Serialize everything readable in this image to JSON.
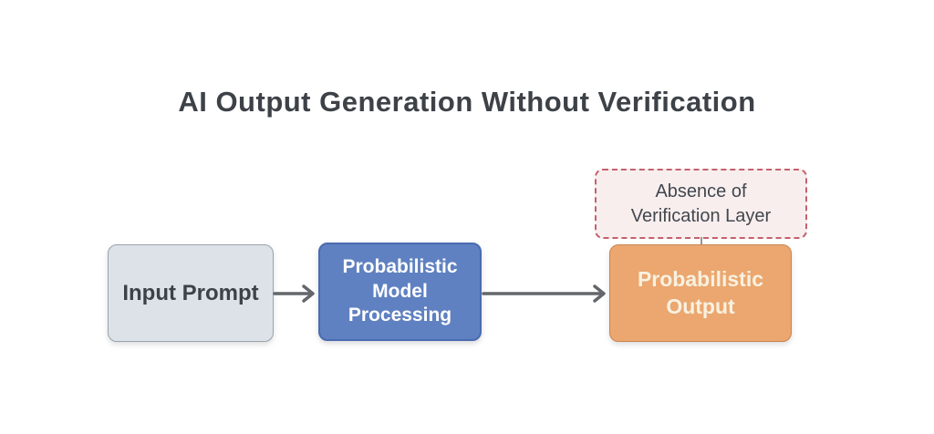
{
  "title": "AI Output Generation Without Verification",
  "nodes": {
    "input_prompt": {
      "lines": [
        "Input Prompt"
      ]
    },
    "model_processing": {
      "lines": [
        "Probabilistic",
        "Model",
        "Processing"
      ]
    },
    "probabilistic_output": {
      "lines": [
        "Probabilistic",
        "Output"
      ]
    },
    "absence_verification": {
      "lines": [
        "Absence of",
        "Verification Layer"
      ]
    }
  },
  "colors": {
    "title_text": "#3d4248",
    "input_fill": "#dce2e8",
    "input_border": "#9aa3ac",
    "model_fill": "#5f81c1",
    "model_border": "#4a6cb0",
    "output_fill": "#eba76f",
    "output_border": "#c9854f",
    "output_text": "#f8f1e1",
    "absence_fill": "#f8eeee",
    "absence_border": "#c4616d",
    "absence_text": "#42474e",
    "arrow": "#63676c",
    "connector": "#a09294"
  }
}
